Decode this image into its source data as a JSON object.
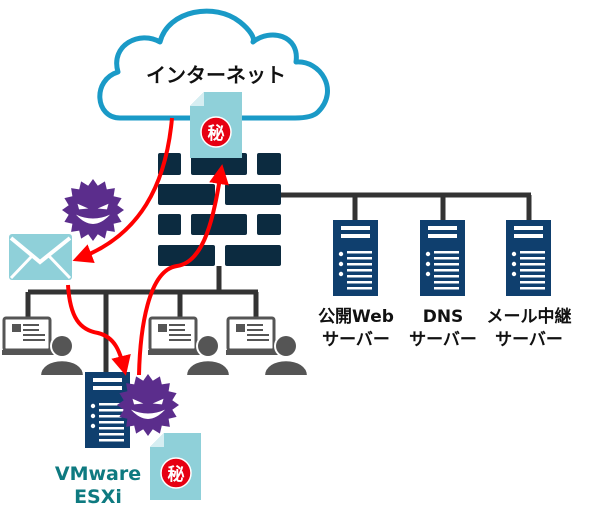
{
  "internet": {
    "label": "インターネット"
  },
  "secret_mark": "秘",
  "servers": [
    {
      "line1": "公開Web",
      "line2": "サーバー"
    },
    {
      "line1": "DNS",
      "line2": "サーバー"
    },
    {
      "line1": "メール中継",
      "line2": "サーバー"
    }
  ],
  "esxi": {
    "line1": "VMware",
    "line2": "ESXi"
  },
  "colors": {
    "cloud_stroke": "#1a9ac7",
    "firewall": "#0c2b40",
    "server": "#0f3f6e",
    "document": "#8fd0d9",
    "secret_badge": "#e60012",
    "malware": "#5b2d8c",
    "arrow": "#ff0000",
    "network_line": "#333333",
    "device": "#555555",
    "esxi_label": "#0e7a80"
  }
}
